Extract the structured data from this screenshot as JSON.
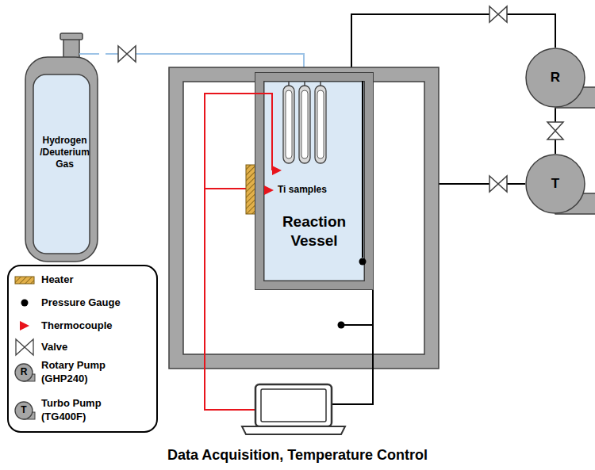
{
  "diagram": {
    "caption": "Data Acquisition, Temperature Control",
    "nodes": [
      {
        "text": [
          "Hydrogen /Deuterium Gas"
        ]
      },
      {
        "text": [
          "Reaction Vessel"
        ]
      },
      {
        "text": [
          "R"
        ]
      },
      {
        "text": [
          "T"
        ]
      }
    ],
    "edges": [
      {
        "from": 0,
        "to": 1,
        "arrow": "none"
      },
      {
        "from": 1,
        "to": 2,
        "arrow": "none"
      },
      {
        "from": 1,
        "to": 3,
        "arrow": "none"
      },
      {
        "from": 2,
        "to": 3,
        "arrow": "none"
      }
    ],
    "labels": [
      "Ti samples",
      "R",
      "T"
    ],
    "legend": [
      {
        "text": "Heater"
      },
      {
        "text": "Pressure Gauge"
      },
      {
        "text": "Thermocouple"
      },
      {
        "text": "Valve"
      },
      {
        "text": "Rotary Pump (GHP240)"
      },
      {
        "text": "Turbo Pump (TG400F)"
      }
    ]
  }
}
